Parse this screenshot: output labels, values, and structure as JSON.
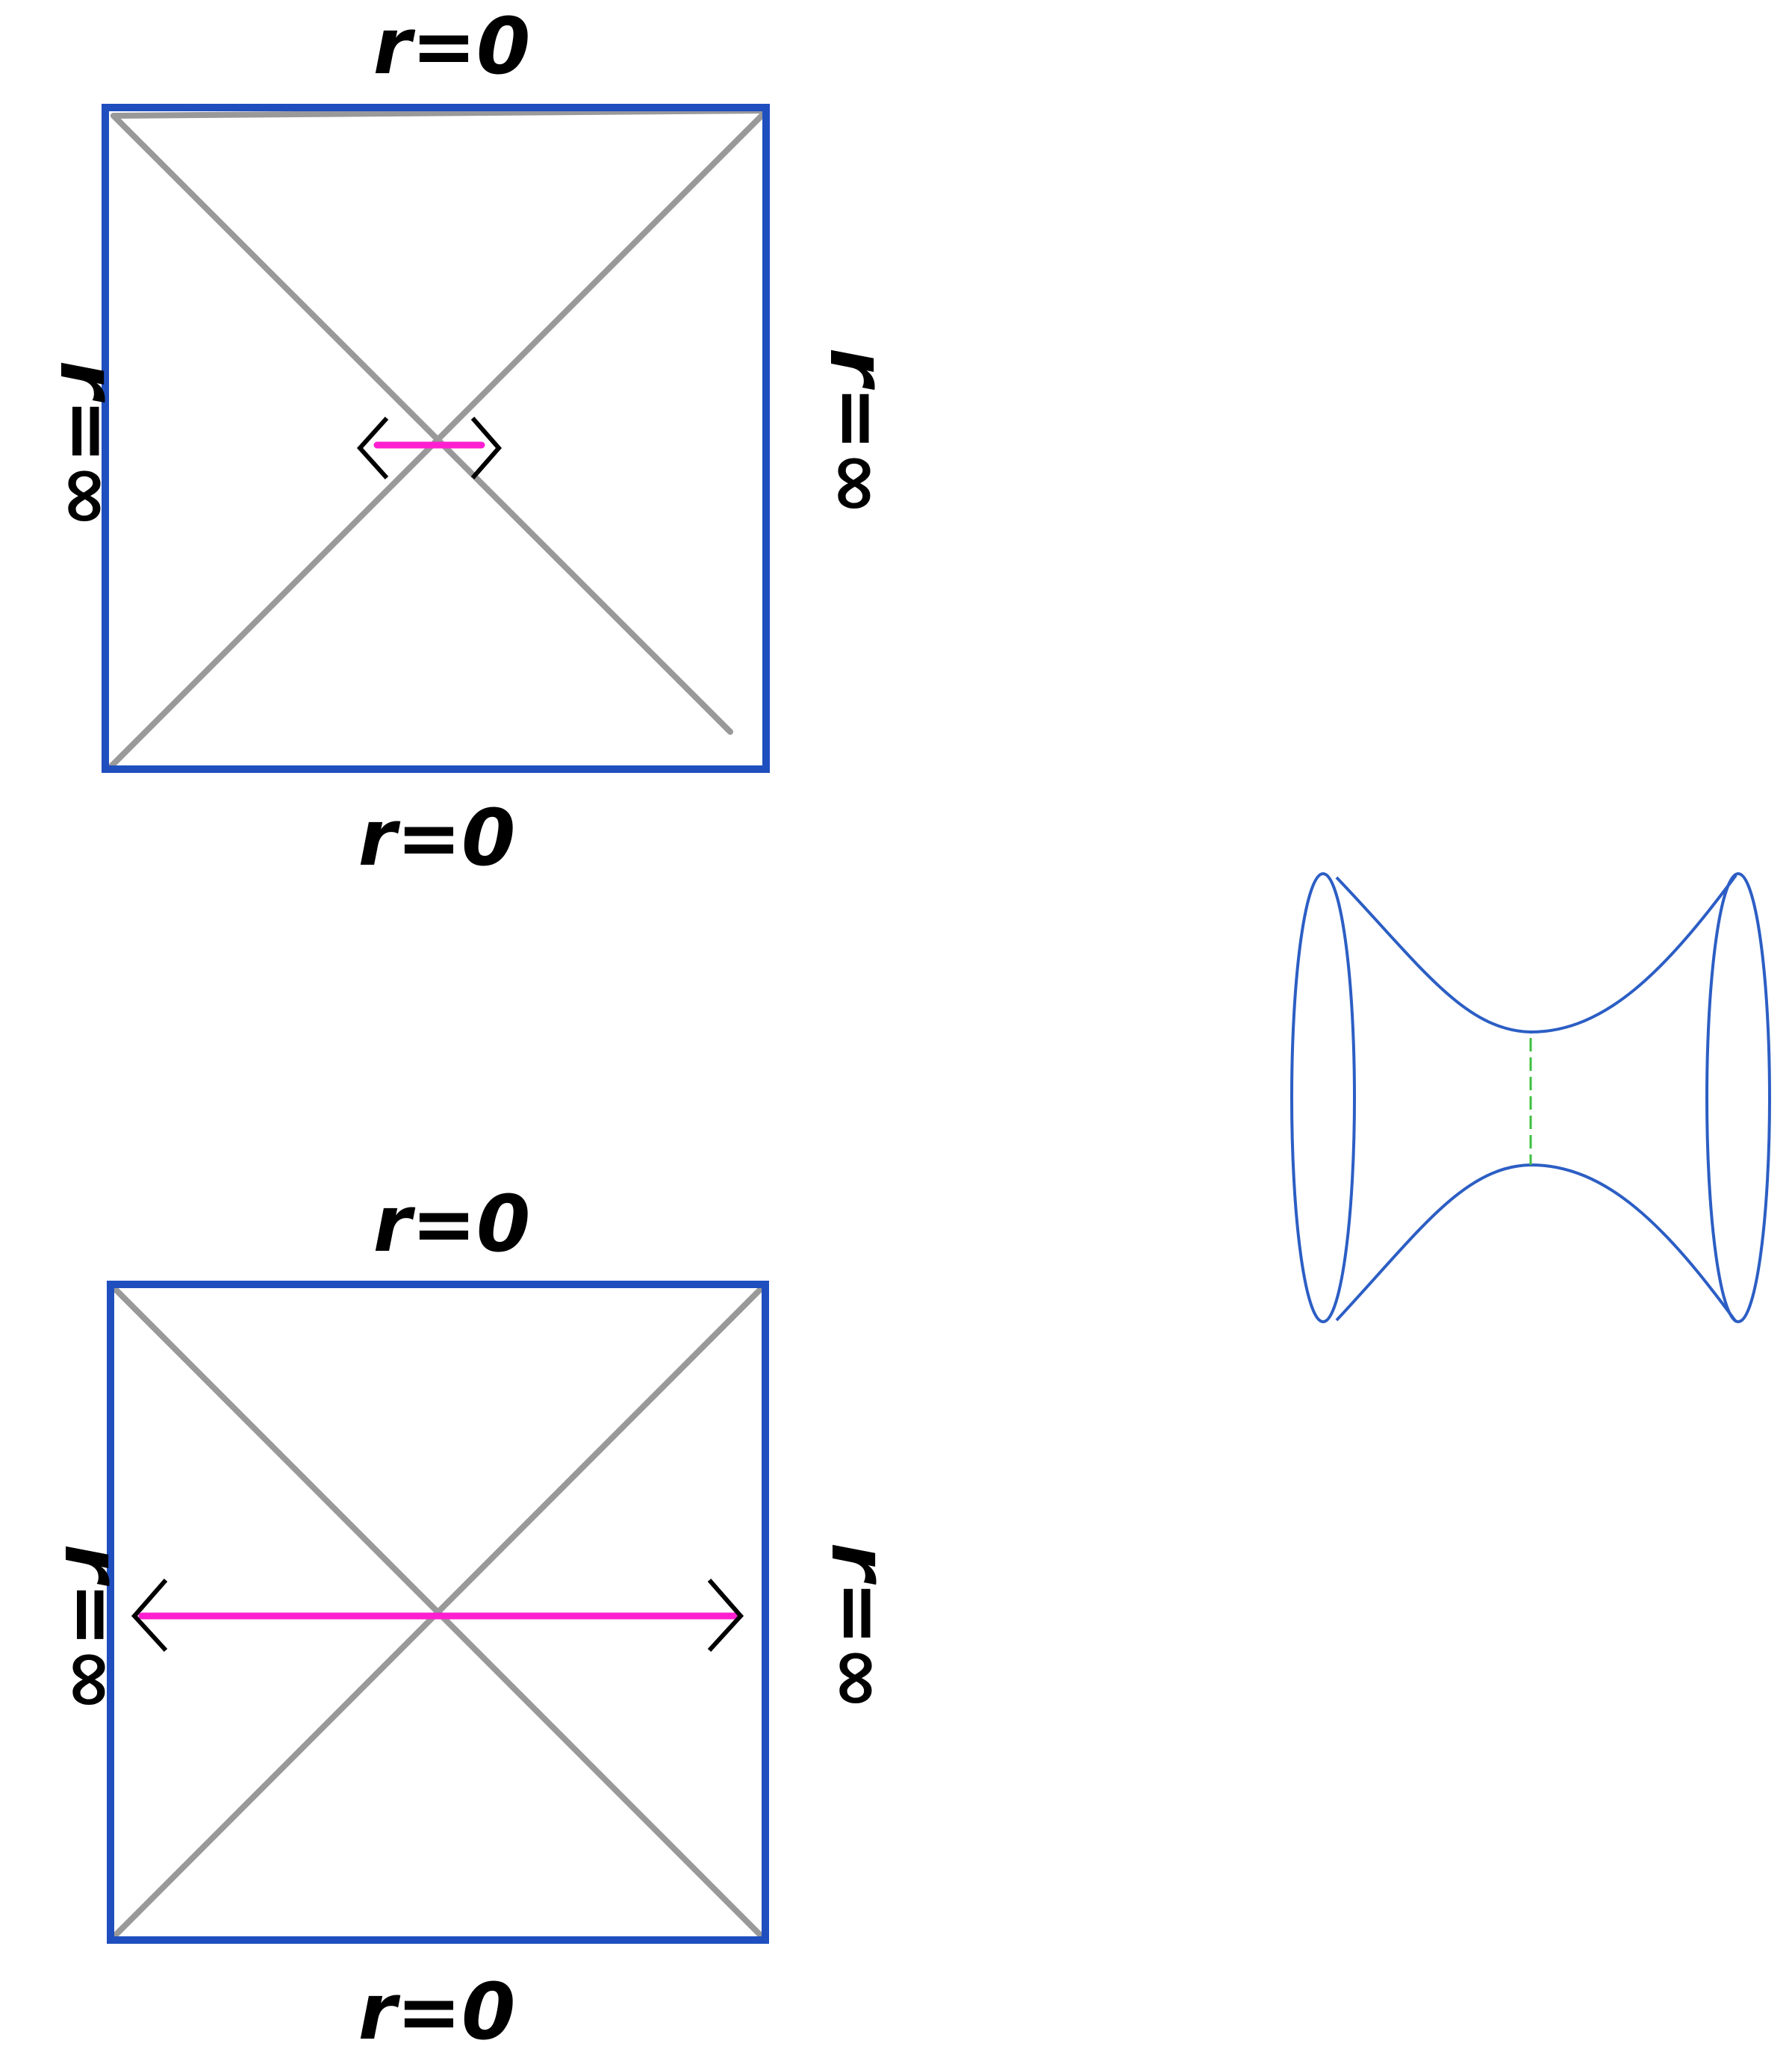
{
  "colors": {
    "boundary": "#1f4fbf",
    "horizon": "#999999",
    "slice": "#ff1fd0",
    "arrow": "#000000",
    "wormhole": "#2c5ec4",
    "throat": "#3fbf3f"
  },
  "diagrams": [
    {
      "label_top": "r=0",
      "label_bottom": "r=0",
      "label_left": "r=∞",
      "label_right": "r=∞",
      "slice": "short"
    },
    {
      "label_top": "r=0",
      "label_bottom": "r=0",
      "label_left": "r=∞",
      "label_right": "r=∞",
      "slice": "full"
    }
  ],
  "wormhole": {
    "shape": "hyperboloid",
    "throat_style": "dashed"
  }
}
